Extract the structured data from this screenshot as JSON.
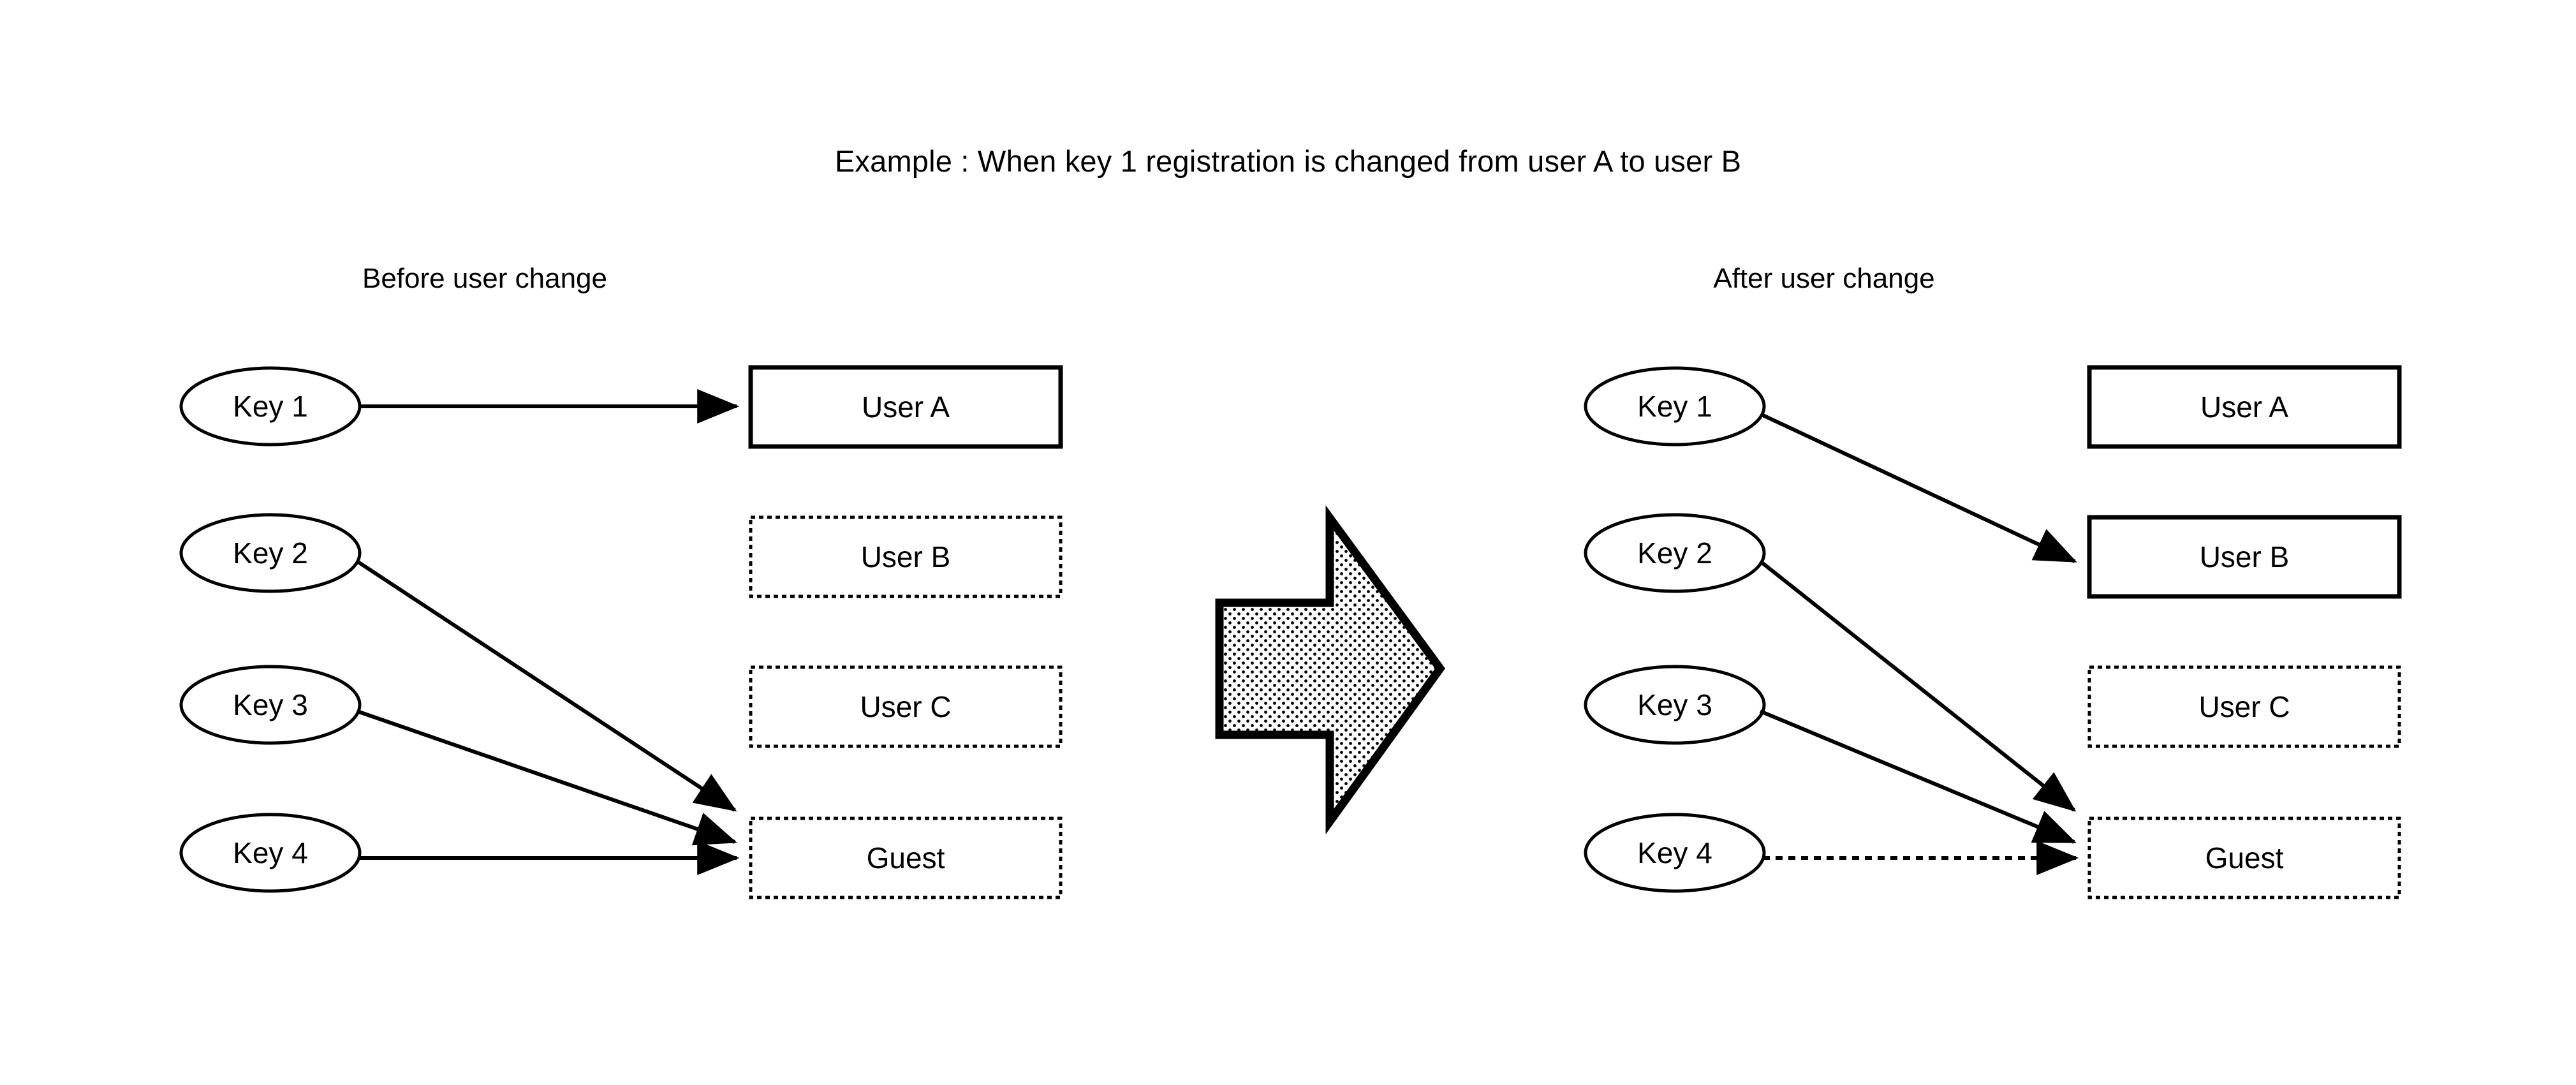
{
  "title": "Example : When key 1 registration is changed from user A to user B",
  "panels": [
    {
      "id": "before",
      "heading": "Before user change",
      "keys": [
        {
          "label": "Key 1"
        },
        {
          "label": "Key 2"
        },
        {
          "label": "Key 3"
        },
        {
          "label": "Key 4"
        }
      ],
      "users": [
        {
          "label": "User A",
          "border": "solid"
        },
        {
          "label": "User B",
          "border": "dotted"
        },
        {
          "label": "User C",
          "border": "dotted"
        },
        {
          "label": "Guest",
          "border": "dotted"
        }
      ],
      "links": [
        {
          "from": "Key 1",
          "to": "User A",
          "style": "solid"
        },
        {
          "from": "Key 2",
          "to": "Guest",
          "style": "solid"
        },
        {
          "from": "Key 3",
          "to": "Guest",
          "style": "solid"
        },
        {
          "from": "Key 4",
          "to": "Guest",
          "style": "solid"
        }
      ]
    },
    {
      "id": "after",
      "heading": "After user change",
      "keys": [
        {
          "label": "Key 1"
        },
        {
          "label": "Key 2"
        },
        {
          "label": "Key 3"
        },
        {
          "label": "Key 4"
        }
      ],
      "users": [
        {
          "label": "User A",
          "border": "solid"
        },
        {
          "label": "User B",
          "border": "solid"
        },
        {
          "label": "User C",
          "border": "dotted"
        },
        {
          "label": "Guest",
          "border": "dotted"
        }
      ],
      "links": [
        {
          "from": "Key 1",
          "to": "User B",
          "style": "solid"
        },
        {
          "from": "Key 2",
          "to": "Guest",
          "style": "solid"
        },
        {
          "from": "Key 3",
          "to": "Guest",
          "style": "solid"
        },
        {
          "from": "Key 4",
          "to": "Guest",
          "style": "dotted"
        }
      ]
    }
  ],
  "transition": {
    "icon": "block-arrow-right",
    "direction": "right"
  },
  "colors": {
    "stroke": "#000000",
    "background": "#ffffff",
    "fill": "#ffffff",
    "pattern": "#000000"
  }
}
